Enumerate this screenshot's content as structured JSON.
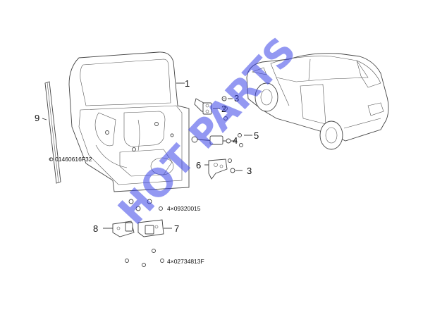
{
  "callouts": {
    "c1": "1",
    "c2": "2",
    "c3a": "3",
    "c3b": "3",
    "c4": "4",
    "c5": "5",
    "c6": "6",
    "c7": "7",
    "c8": "8",
    "c9": "9"
  },
  "part_codes": {
    "weatherstrip": "01460616F32",
    "bolts_upper": "4×09320015",
    "bolts_lower": "4×02734813F"
  },
  "watermark": "HOT PARTS",
  "colors": {
    "watermark": "#3b45e8",
    "lines": "#333333",
    "background": "#ffffff"
  }
}
